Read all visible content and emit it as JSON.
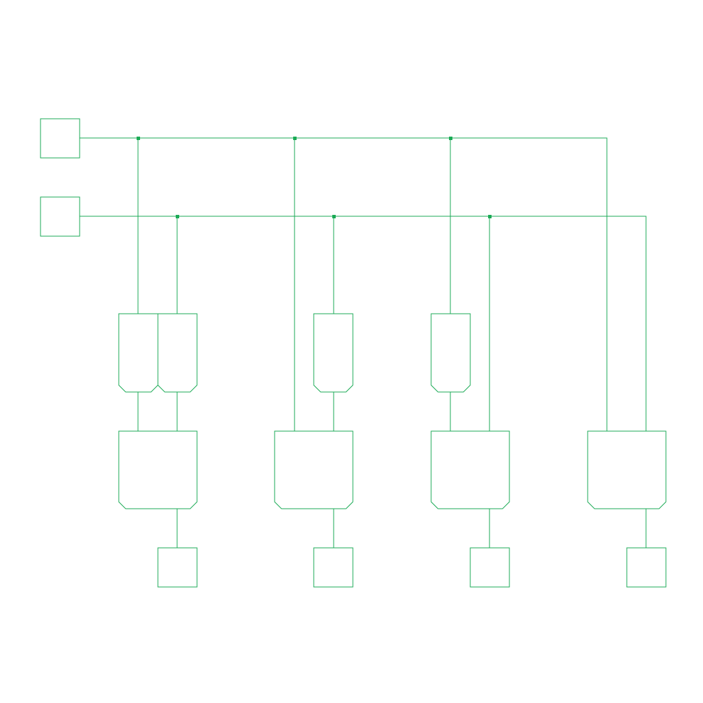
{
  "diagram": {
    "stroke_color": "#1aaa55",
    "junction_color": "#1aaa55",
    "background": "#ffffff",
    "inputs": [
      {
        "id": "in-a"
      },
      {
        "id": "in-b"
      }
    ],
    "not_gates": [
      {
        "id": "not-1"
      },
      {
        "id": "not-2"
      },
      {
        "id": "not-3"
      },
      {
        "id": "not-4"
      }
    ],
    "and_gates": [
      {
        "id": "and-1"
      },
      {
        "id": "and-2"
      },
      {
        "id": "and-3"
      },
      {
        "id": "and-4"
      }
    ],
    "outputs": [
      {
        "id": "out-1"
      },
      {
        "id": "out-2"
      },
      {
        "id": "out-3"
      },
      {
        "id": "out-4"
      }
    ]
  }
}
